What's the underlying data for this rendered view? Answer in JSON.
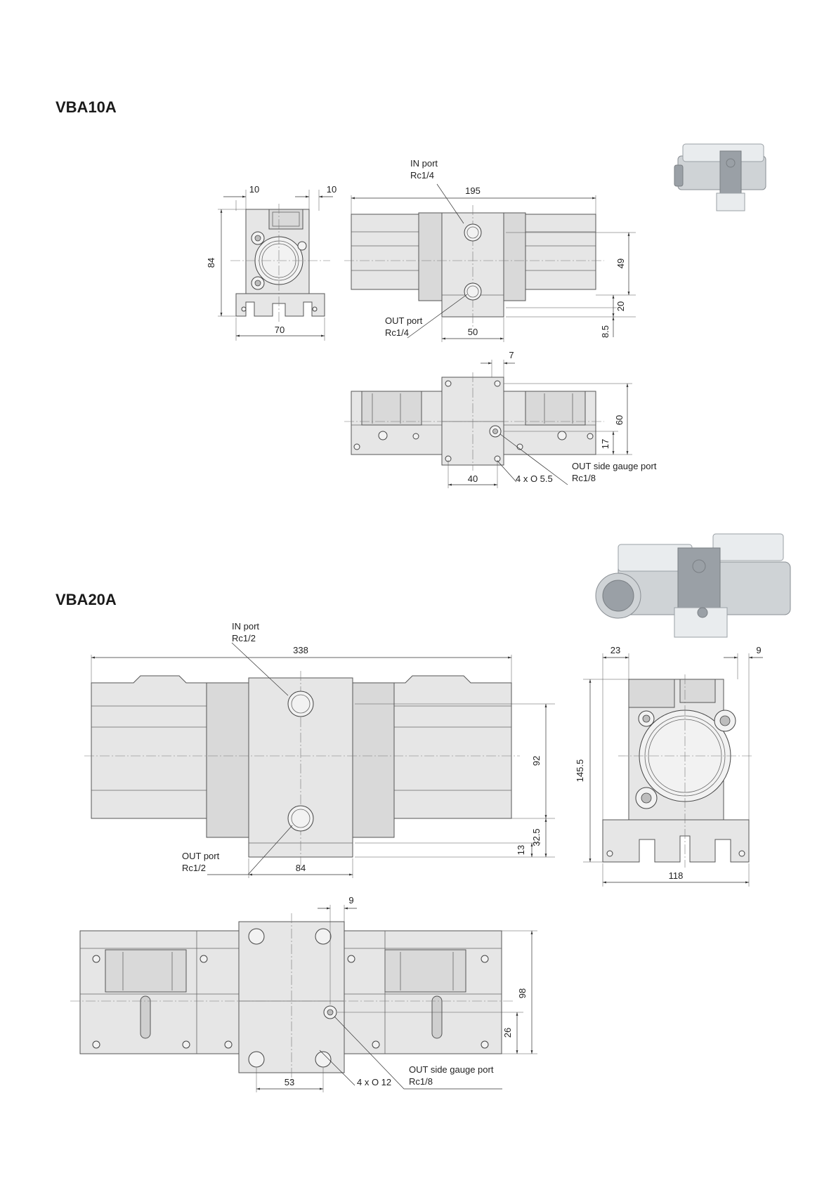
{
  "sections": [
    {
      "title": "VBA10A",
      "dims": {
        "d10a": "10",
        "d10b": "10",
        "d84": "84",
        "d70": "70",
        "d195": "195",
        "d49": "49",
        "d20": "20",
        "d8_5": "8.5",
        "d50": "50",
        "d7": "7",
        "d60": "60",
        "d17": "17",
        "d40": "40"
      },
      "labels": {
        "in_port": "IN port",
        "in_port_size": "Rc1/4",
        "out_port": "OUT port",
        "out_port_size": "Rc1/4",
        "holes": "4 x O 5.5",
        "gauge_port": "OUT side gauge port",
        "gauge_port_size": "Rc1/8"
      }
    },
    {
      "title": "VBA20A",
      "dims": {
        "d338": "338",
        "d92": "92",
        "d32_5": "32.5",
        "d13": "13",
        "d84": "84",
        "d23": "23",
        "d9a": "9",
        "d145_5": "145.5",
        "d118": "118",
        "d9b": "9",
        "d98": "98",
        "d26": "26",
        "d53": "53"
      },
      "labels": {
        "in_port": "IN port",
        "in_port_size": "Rc1/2",
        "out_port": "OUT port",
        "out_port_size": "Rc1/2",
        "holes": "4 x O 12",
        "gauge_port": "OUT side gauge port",
        "gauge_port_size": "Rc1/8"
      }
    }
  ]
}
